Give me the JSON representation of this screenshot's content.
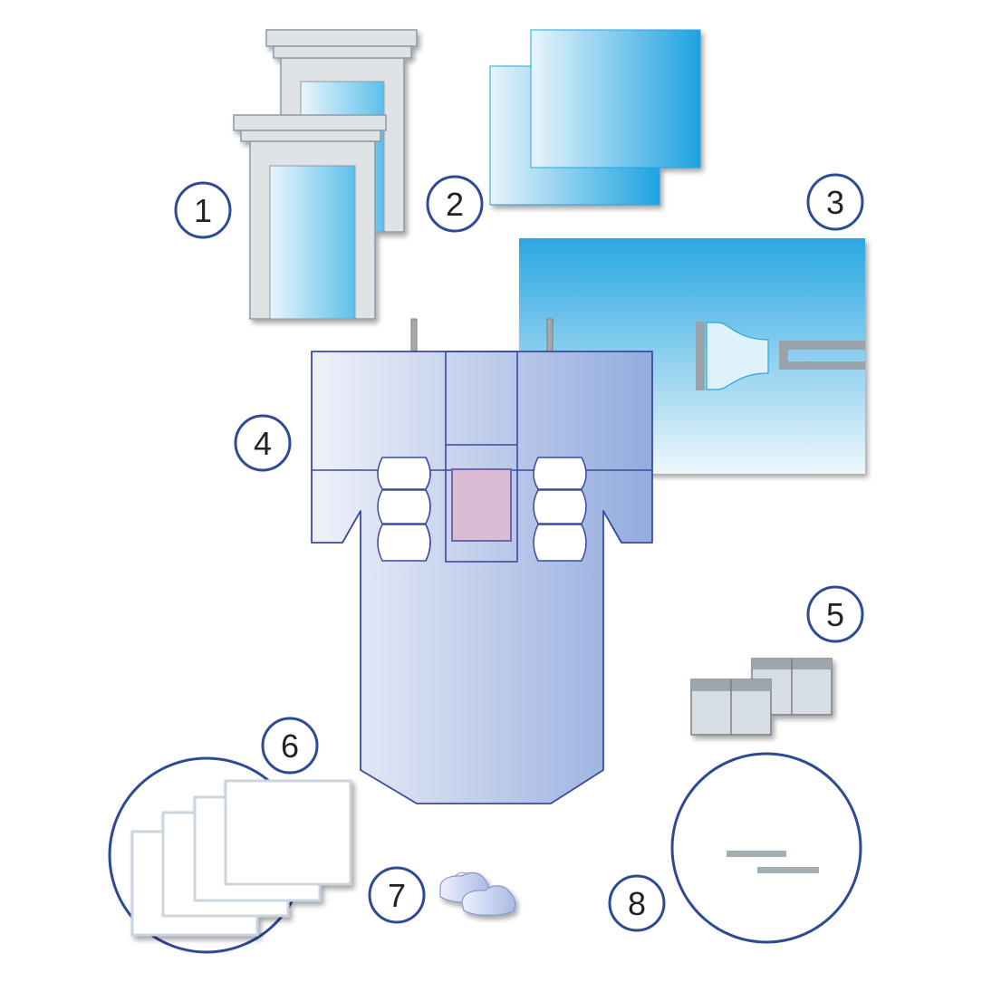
{
  "labels": {
    "n1": "1",
    "n2": "2",
    "n3": "3",
    "n4": "4",
    "n5": "5",
    "n6": "6",
    "n7": "7",
    "n8": "8"
  },
  "items": [
    {
      "id": 1,
      "icon": "surgical-cap-packs-icon"
    },
    {
      "id": 2,
      "icon": "blue-towels-icon"
    },
    {
      "id": 3,
      "icon": "drape-sheet-icon"
    },
    {
      "id": 4,
      "icon": "surgical-gown-icon"
    },
    {
      "id": 5,
      "icon": "label-packs-icon"
    },
    {
      "id": 6,
      "icon": "white-sheets-icon"
    },
    {
      "id": 7,
      "icon": "shoe-covers-icon"
    },
    {
      "id": 8,
      "icon": "circular-tray-icon"
    }
  ],
  "colors": {
    "circle_stroke": "#2e4a94",
    "gown_stroke": "#3a4aa0",
    "blue_light": "#dff0fb",
    "blue_dark": "#1fa3e0",
    "gown_light": "#eceef8",
    "gown_dark": "#97aedf",
    "grey_frame": "#dfe3e6",
    "pink_panel": "#dbbcd6"
  }
}
